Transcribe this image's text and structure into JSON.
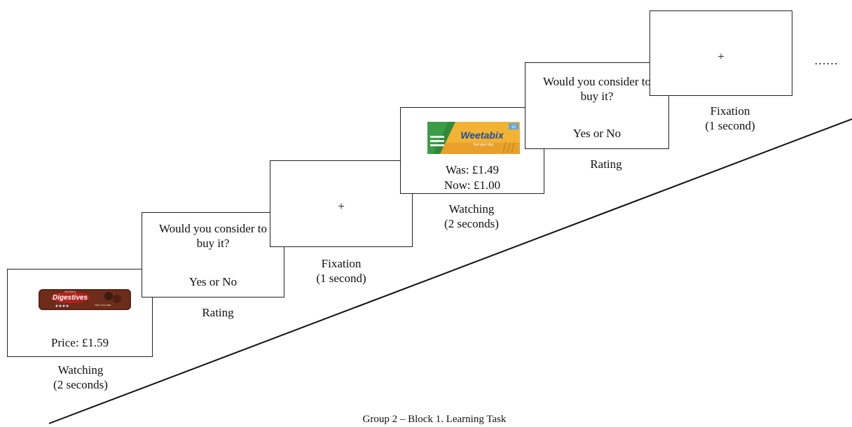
{
  "caption": "Group 2 – Block 1. Learning Task",
  "continuation": "……",
  "steps": [
    {
      "screen": {
        "product": "Digestives",
        "brand": "McVitie's",
        "sub": "Milk Chocolate",
        "text": "Price: £1.59"
      },
      "label": [
        "Watching",
        "(2 seconds)"
      ]
    },
    {
      "screen": {
        "question": [
          "Would you consider to",
          "buy it?"
        ],
        "answer": "Yes or No"
      },
      "label": [
        "Rating"
      ]
    },
    {
      "screen": {
        "symbol": "+"
      },
      "label": [
        "Fixation",
        "(1 second)"
      ]
    },
    {
      "screen": {
        "product": "Weetabix",
        "tagline": "fuel your day",
        "count": "12",
        "was": "Was: £1.49",
        "now": "Now: £1.00"
      },
      "label": [
        "Watching",
        "(2 seconds)"
      ]
    },
    {
      "screen": {
        "question": [
          "Would you consider to",
          "buy it?"
        ],
        "answer": "Yes or No"
      },
      "label": [
        "Rating"
      ]
    },
    {
      "screen": {
        "symbol": "+"
      },
      "label": [
        "Fixation",
        "(1 second)"
      ]
    }
  ],
  "colors": {
    "line": "#111111",
    "border": "#222222",
    "digestives_wrap": "#5a2417",
    "digestives_banner": "#b0221c",
    "weetabix_bg": "#f2b233",
    "weetabix_logo": "#1d4fa0",
    "weetabix_green": "#2f8a3c"
  }
}
